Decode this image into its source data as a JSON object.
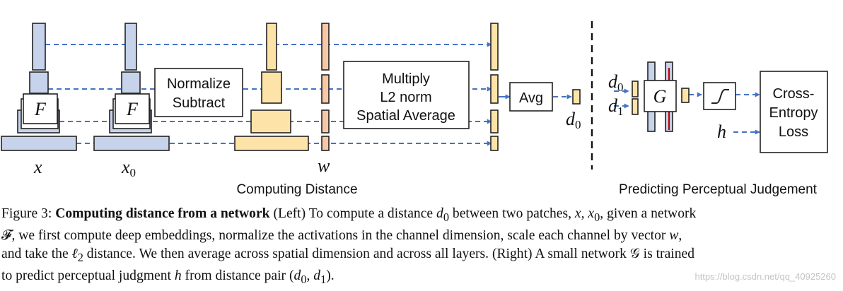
{
  "diagram": {
    "normalize_box": [
      "Normalize",
      "Subtract"
    ],
    "multiply_box": [
      "Multiply",
      "L2 norm",
      "Spatial Average"
    ],
    "avg_box": "Avg",
    "network_label": "F",
    "g_label": "G",
    "loss_box": [
      "Cross-",
      "Entropy",
      "Loss"
    ],
    "var_x": "x",
    "var_x0_base": "x",
    "var_x0_sub": "0",
    "var_w": "w",
    "var_d": "d",
    "sub0": "0",
    "sub1": "1",
    "var_h": "h",
    "left_title": "Computing Distance",
    "right_title": "Predicting Perceptual Judgement"
  },
  "caption": {
    "fig_label": "Figure 3: ",
    "bold_title": "Computing distance from a network",
    "t01": " (Left) To compute a distance ",
    "t02": " between two patches, ",
    "t03": ", ",
    "t04": ", given a network",
    "t05": ", we first compute deep embeddings, normalize the activations in the channel dimension, scale each channel by vector ",
    "t06": ",",
    "t07": "and take the ",
    "t08": " distance. We then average across spatial dimension and across all layers. (Right) A small network ",
    "t09": " is trained",
    "t10": "to predict perceptual judgment ",
    "t11": " from distance pair (",
    "t12": ", ",
    "t13": ").",
    "m_d": "d",
    "m_0": "0",
    "m_1": "1",
    "m_x": "x",
    "m_F": "𝓕",
    "m_w": "w",
    "m_l": "ℓ",
    "m_2": "2",
    "m_G": "𝒢",
    "m_h": "h"
  },
  "watermark": "https://blog.csdn.net/qq_40925260",
  "colors": {
    "blue_fill": "#c6d3ea",
    "yellow_fill": "#fde3a7",
    "orange_fill": "#f7c8a6",
    "arrow": "#4472c4",
    "red": "#c00000"
  }
}
